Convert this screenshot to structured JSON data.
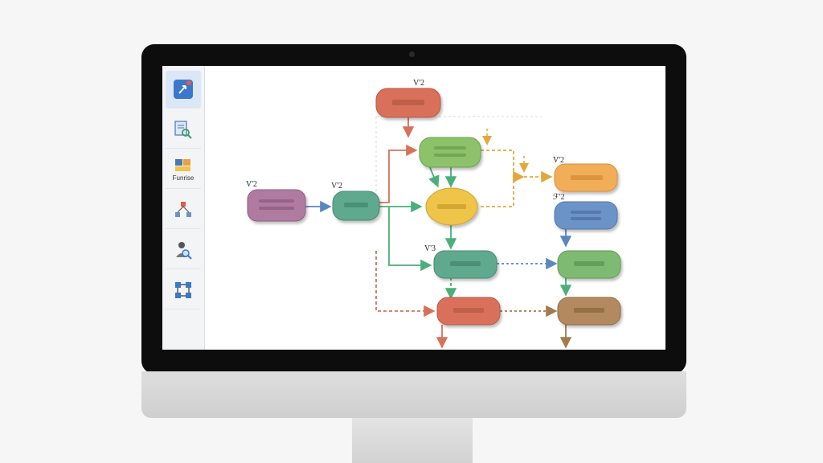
{
  "sidebar": {
    "tools": [
      {
        "icon": "cursor-arrow-icon",
        "label": ""
      },
      {
        "icon": "document-inspect-icon",
        "label": ""
      },
      {
        "icon": "palette-icon",
        "label": "Funrise"
      },
      {
        "icon": "network-hierarchy-icon",
        "label": ""
      },
      {
        "icon": "user-search-icon",
        "label": ""
      },
      {
        "icon": "grid-connector-icon",
        "label": ""
      }
    ]
  },
  "labels": {
    "top": "V'2",
    "left": "V'2",
    "mid": "V'2",
    "center_lower": "V'3",
    "right_top": "V'2",
    "right_mid": "ℱ'2"
  },
  "colors": {
    "red": "#d9705a",
    "purple": "#b07aa1",
    "teal": "#5fa98e",
    "green": "#8cc26a",
    "yellow": "#efc54a",
    "orange": "#f2ad58",
    "blue": "#6c93c8",
    "green_light": "#7fba73",
    "brown": "#b38a5e",
    "accent": "#3b78c9"
  }
}
